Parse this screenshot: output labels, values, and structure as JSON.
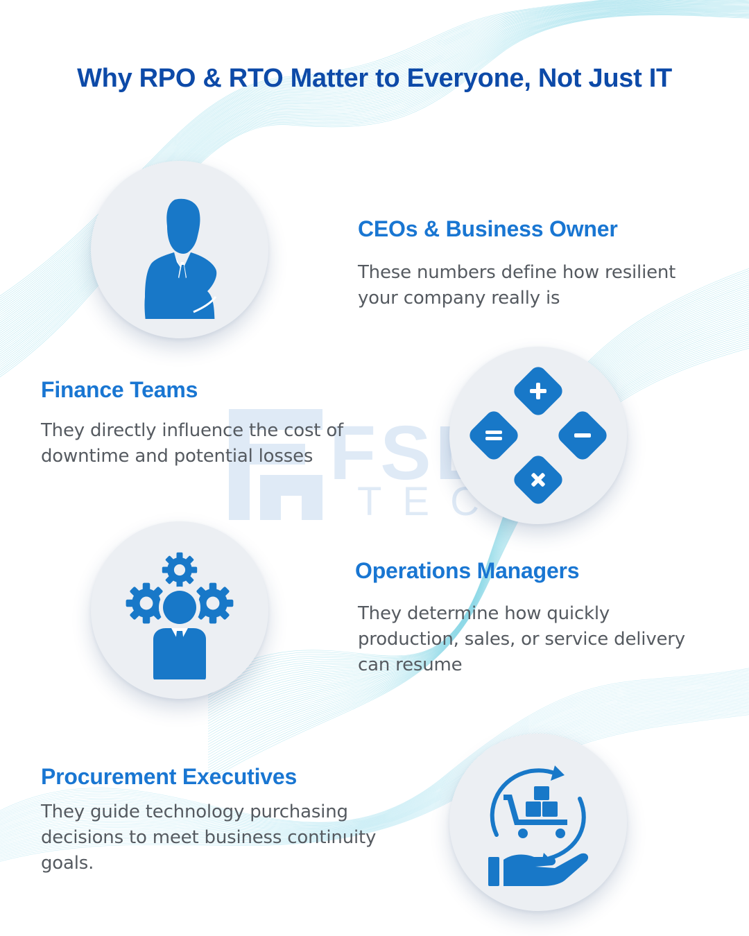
{
  "title": "Why RPO & RTO Matter to Everyone, Not Just IT",
  "watermark": {
    "brand": "FSD",
    "sub": "TECH"
  },
  "colors": {
    "title": "#0d4aa8",
    "heading": "#1976d2",
    "icon": "#1878c8",
    "body": "#555a60"
  },
  "roles": [
    {
      "heading": "CEOs & Business Owner",
      "lines": [
        "These numbers define how resilient",
        "your company really is"
      ],
      "icon": "businessman-icon"
    },
    {
      "heading": "Finance Teams",
      "lines": [
        "They directly influence the cost of",
        "downtime and potential losses"
      ],
      "icon": "calculator-icon"
    },
    {
      "heading": "Operations Managers",
      "lines": [
        "They determine how quickly",
        "production, sales, or service delivery",
        "can resume"
      ],
      "icon": "manager-gears-icon"
    },
    {
      "heading": "Procurement Executives",
      "lines": [
        "They guide technology purchasing",
        "decisions to meet business continuity",
        "goals."
      ],
      "icon": "procurement-hand-icon"
    }
  ]
}
